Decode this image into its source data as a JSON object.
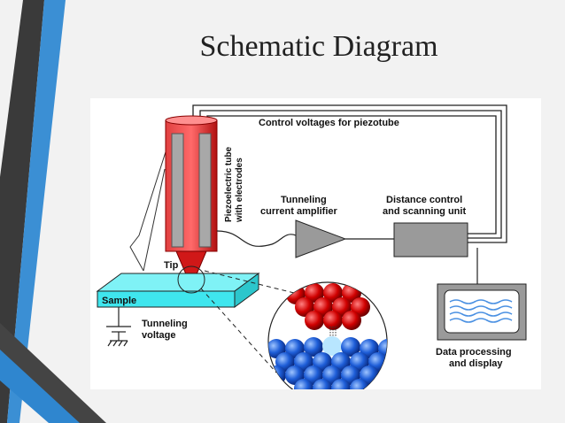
{
  "slide": {
    "title": "Schematic Diagram"
  },
  "diagram": {
    "labels": {
      "control_voltages": "Control voltages for piezotube",
      "piezo_line1": "Piezoelectric tube",
      "piezo_line2": "with electrodes",
      "amp_line1": "Tunneling",
      "amp_line2": "current amplifier",
      "dist_line1": "Distance control",
      "dist_line2": "and scanning unit",
      "tip": "Tip",
      "sample": "Sample",
      "tv_line1": "Tunneling",
      "tv_line2": "voltage",
      "data_line1": "Data processing",
      "data_line2": "and display"
    }
  },
  "colors": {
    "accent_dark": "#3a3a3a",
    "accent_blue": "#3b8fd4",
    "piezo_red": "#d92020",
    "sample_cyan": "#3fe6ee",
    "atom_red": "#c40000",
    "atom_blue": "#1e5ed8"
  }
}
